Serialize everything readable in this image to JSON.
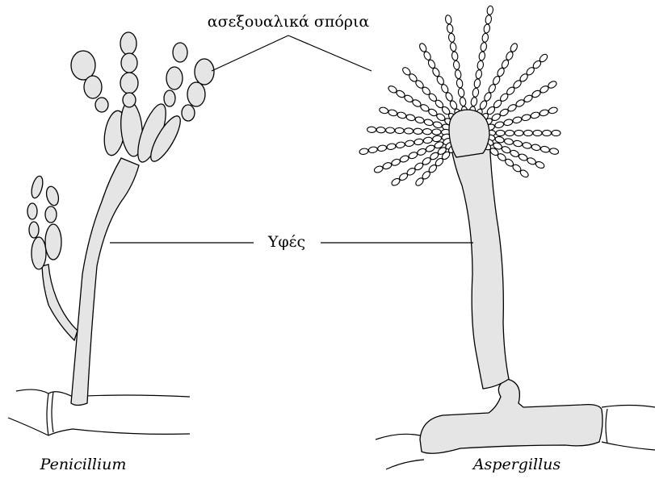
{
  "labels": {
    "spores": "ασεξουαλικά σπόρια",
    "hyphae": "Υφές",
    "penicillium": "Penicillium",
    "aspergillus": "Aspergillus"
  },
  "colors": {
    "cell_fill": "#e5e5e5",
    "stroke": "#000000",
    "spore_fill": "#ffffff"
  }
}
